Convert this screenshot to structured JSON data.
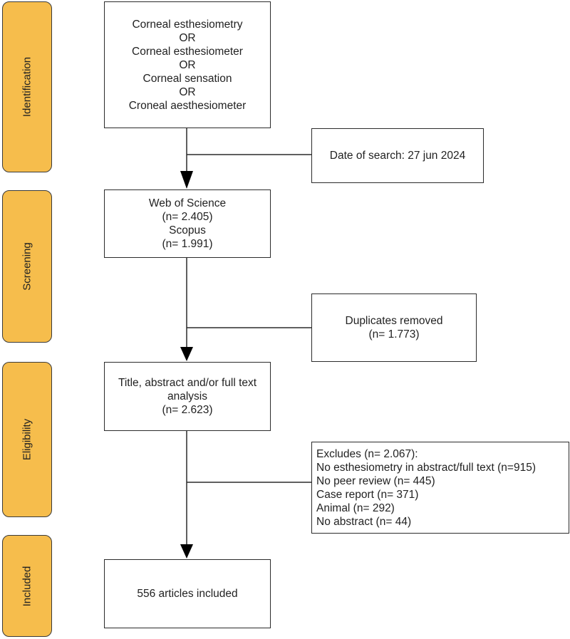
{
  "phases": [
    {
      "id": "identification",
      "label": "Identification"
    },
    {
      "id": "screening",
      "label": "Screening"
    },
    {
      "id": "eligibility",
      "label": "Eligibility"
    },
    {
      "id": "included",
      "label": "Included"
    }
  ],
  "boxes": {
    "search_terms": [
      "Corneal esthesiometry",
      "OR",
      "Corneal esthesiometer",
      "OR",
      "Corneal sensation",
      "OR",
      "Croneal aesthesiometer"
    ],
    "search_date": [
      "Date of search: 27 jun 2024"
    ],
    "databases": [
      "Web of Science",
      "(n= 2.405)",
      "Scopus",
      "(n= 1.991)"
    ],
    "duplicates": [
      "Duplicates removed",
      "(n= 1.773)"
    ],
    "analysis": [
      "Title, abstract and/or full text",
      "analysis",
      "(n= 2.623)"
    ],
    "excludes": [
      "Excludes (n= 2.067):",
      "No esthesiometry in abstract/full text (n=915)",
      "No peer review (n= 445)",
      "Case report (n= 371)",
      "Animal (n= 292)",
      "No abstract (n= 44)"
    ],
    "included": [
      "556 articles included"
    ]
  },
  "colors": {
    "phase_fill": "#f6bd4c",
    "stroke": "#2b2b2b",
    "arrow": "#000000"
  }
}
